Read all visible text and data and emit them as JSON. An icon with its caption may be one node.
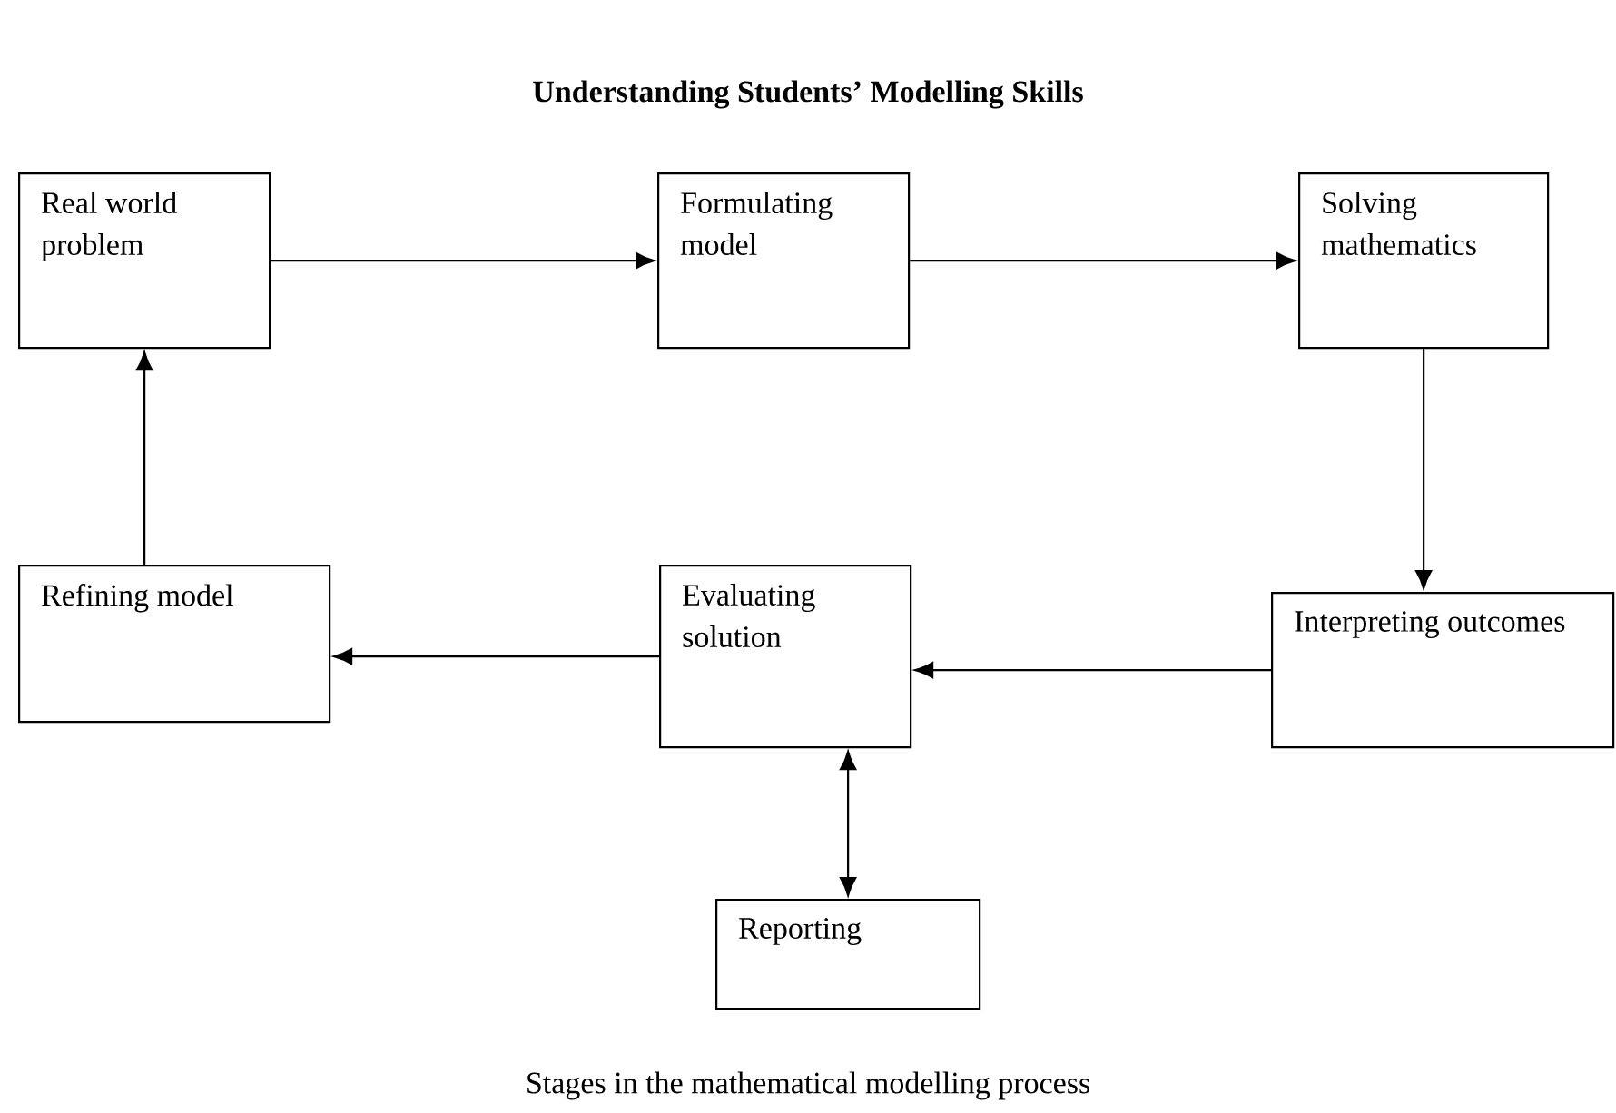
{
  "diagram": {
    "title": "Understanding Students’ Modelling Skills",
    "caption": "Stages in the mathematical modelling process",
    "nodes": [
      {
        "text": [
          "Real world problem"
        ]
      },
      {
        "text": [
          "Formulating model"
        ]
      },
      {
        "text": [
          "Solving mathematics"
        ]
      },
      {
        "text": [
          "Interpreting outcomes"
        ]
      },
      {
        "text": [
          "Evaluating solution"
        ]
      },
      {
        "text": [
          "Refining model"
        ]
      },
      {
        "text": [
          "Reporting"
        ]
      }
    ],
    "edges": [
      {
        "from": 0,
        "to": 1,
        "arrow": "to"
      },
      {
        "from": 1,
        "to": 2,
        "arrow": "to"
      },
      {
        "from": 2,
        "to": 3,
        "arrow": "to"
      },
      {
        "from": 3,
        "to": 4,
        "arrow": "to"
      },
      {
        "from": 4,
        "to": 5,
        "arrow": "to"
      },
      {
        "from": 5,
        "to": 0,
        "arrow": "to"
      },
      {
        "from": 4,
        "to": 6,
        "arrow": "both"
      }
    ]
  }
}
